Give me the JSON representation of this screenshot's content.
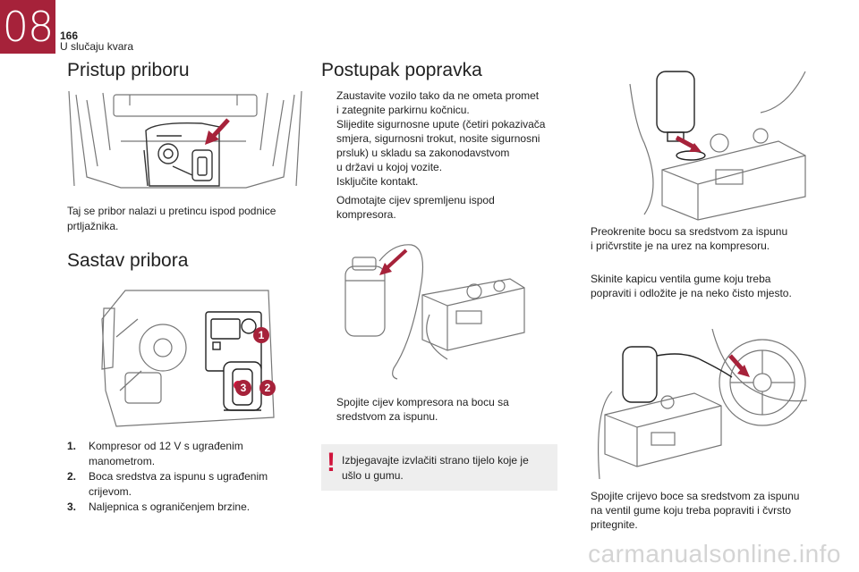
{
  "header": {
    "chapter": "08",
    "page_number": "166",
    "section": "U slučaju kvara"
  },
  "left": {
    "access_title": "Pristup priboru",
    "access_text": "Taj se pribor nalazi u pretincu ispod podnice prtljažnika.",
    "kit_title": "Sastav pribora",
    "kit_items": [
      {
        "num": "1.",
        "text": "Kompresor od 12 V s ugrađenim\nmanometrom."
      },
      {
        "num": "2.",
        "text": "Boca sredstva za ispunu s ugrađenim\ncrijevom."
      },
      {
        "num": "3.",
        "text": "Naljepnica s ograničenjem brzine."
      }
    ],
    "callouts": [
      "1",
      "2",
      "3"
    ]
  },
  "middle": {
    "repair_title": "Postupak popravka",
    "steps": [
      "Zaustavite vozilo tako da ne ometa promet\ni zategnite parkirnu kočnicu.",
      "Slijedite sigurnosne upute (četiri pokazivača\nsmjera, sigurnosni trokut, nosite sigurnosni\nprsluk) u skladu sa zakonodavstvom\nu državi u kojoj vozite.",
      "Isključite kontakt.",
      "Odmotajte cijev spremljenu ispod\nkompresora."
    ],
    "connect_step": "Spojite cijev kompresora na bocu sa\nsredstvom za ispunu.",
    "warning": "Izbjegavajte izvlačiti strano tijelo koje je\nušlo u gumu."
  },
  "right": {
    "steps": [
      "Preokrenite bocu sa sredstvom za ispunu\ni pričvrstite je na urez na kompresoru.",
      "Skinite kapicu ventila gume koju treba\npopraviti i odložite je na neko čisto mjesto.",
      "Spojite crijevo boce sa sredstvom za ispunu\nna ventil gume koju treba popraviti i čvrsto\npritegnite."
    ]
  },
  "bullet_symbol": "",
  "watermark": "carmanualsonline.info",
  "colors": {
    "accent": "#a6223a",
    "warning": "#d0143c",
    "box": "#eeeeee",
    "badge": "#a6223a"
  }
}
